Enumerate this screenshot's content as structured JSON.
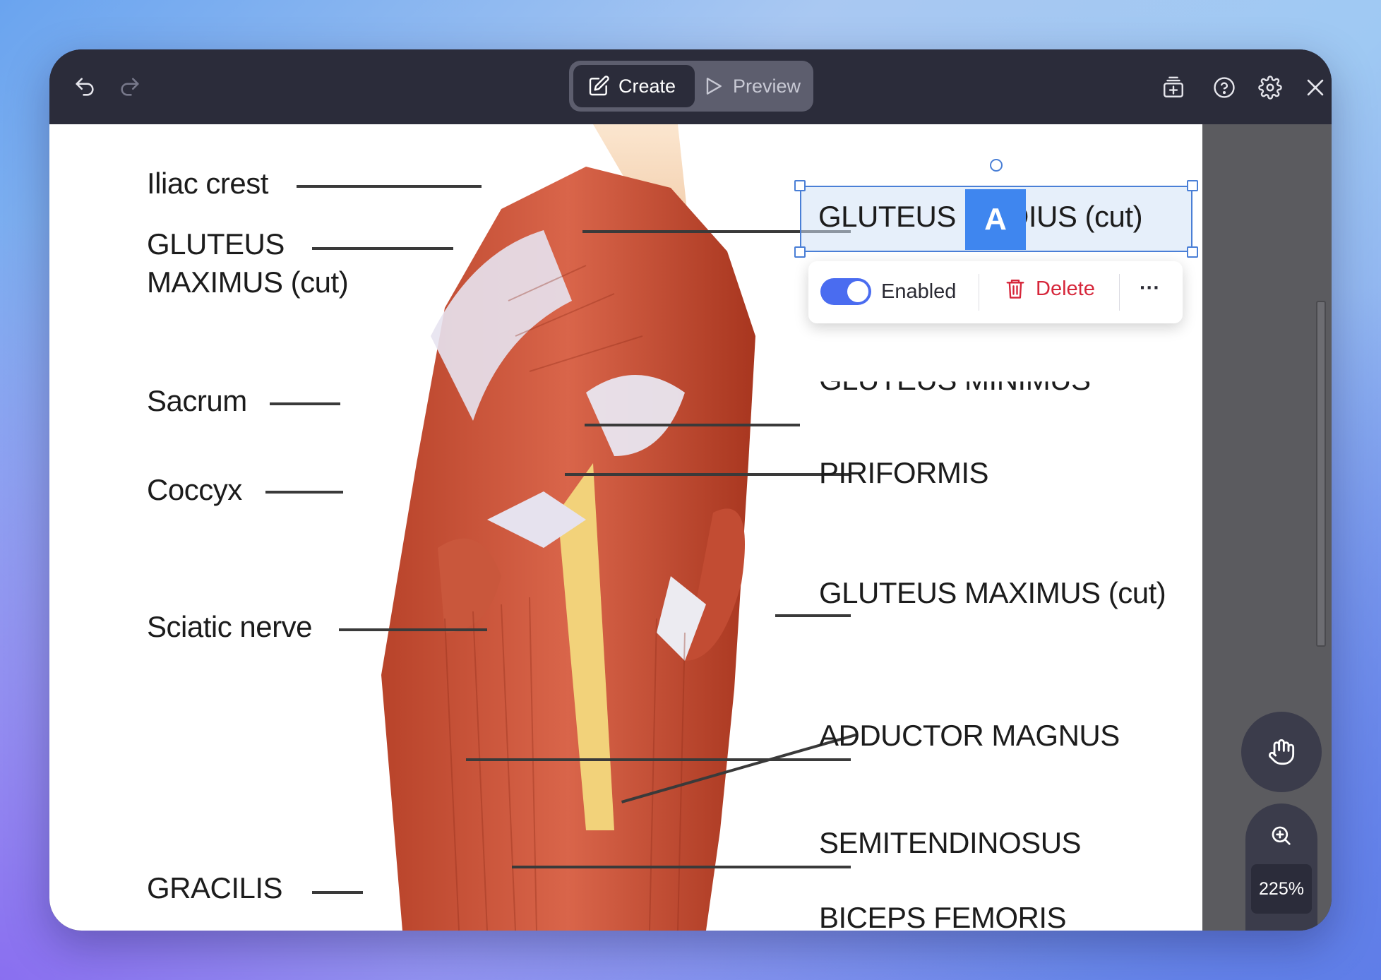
{
  "toolbar": {
    "mode_create_label": "Create",
    "mode_preview_label": "Preview"
  },
  "diagram": {
    "left_labels": {
      "iliac_crest": "Iliac crest",
      "gluteus_maximus_line1": "GLUTEUS",
      "gluteus_maximus_line2": "MAXIMUS (cut)",
      "sacrum": "Sacrum",
      "coccyx": "Coccyx",
      "sciatic_nerve": "Sciatic nerve",
      "gracilis": "GRACILIS"
    },
    "right_labels": {
      "gluteus_medius": "GLUTEUS MEDIUS (cut)",
      "gluteus_minimus_hidden": "GLUTEUS MINIMUS",
      "piriformis": "PIRIFORMIS",
      "gluteus_maximus_cut": "GLUTEUS MAXIMUS (cut)",
      "adductor_magnus": "ADDUCTOR MAGNUS",
      "semitendinosus": "SEMITENDINOSUS",
      "biceps_femoris": "BICEPS FEMORIS"
    },
    "selected_marker_letter": "A"
  },
  "popover": {
    "toggle_label": "Enabled",
    "delete_label": "Delete",
    "more_label": "···"
  },
  "zoom": {
    "level": "225%"
  },
  "colors": {
    "window_bg": "#2b2c3a",
    "accent": "#4a6cf0",
    "danger": "#d6263a",
    "marker": "#3f86ef"
  }
}
